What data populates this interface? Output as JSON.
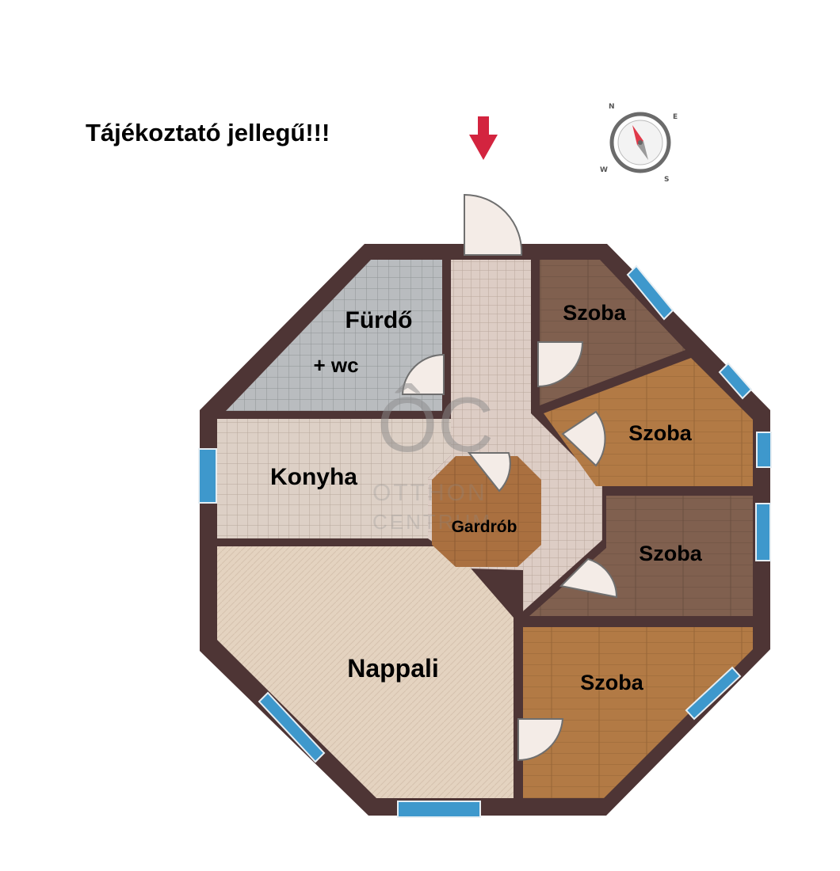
{
  "heading": "Tájékoztató jellegű!!!",
  "rooms": {
    "bathroom": "Fürdő",
    "bathroom_note": "+ wc",
    "kitchen": "Konyha",
    "wardrobe": "Gardrób",
    "living_room": "Nappali",
    "bedroom_1": "Szoba",
    "bedroom_2": "Szoba",
    "bedroom_3": "Szoba",
    "bedroom_4": "Szoba"
  },
  "watermark": {
    "line1": "OTTHON",
    "line2": "CENTRUM"
  },
  "compass": {
    "north": "N",
    "east": "E",
    "south": "S",
    "west": "W"
  },
  "colors": {
    "wall": "#4e3535",
    "window": "#3e98cc",
    "entrance_arrow": "#d3243f",
    "bathroom_tile": "#b9bcbf",
    "kitchen_tile": "#ddd0c6",
    "hall_tile": "#ddcdc5",
    "living_floor": "#e4d3c0",
    "wood_dark": "#80604f",
    "wood_light": "#b27a45"
  }
}
